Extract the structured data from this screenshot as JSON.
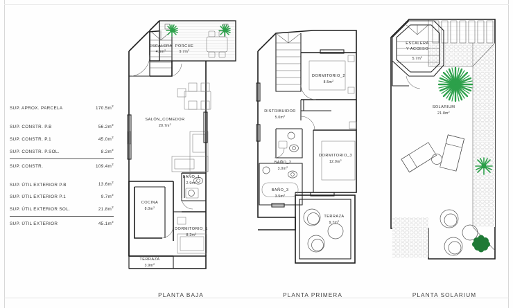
{
  "document": {
    "type": "architectural-floor-plan",
    "background": "#ffffff",
    "ink": "#1d1d1d",
    "vegetation_color": "#2ca04a",
    "shrub_color": "#1f7a36"
  },
  "legend": {
    "rows": [
      {
        "label": "SUP. APROX. PARCELA",
        "value": "170.5m",
        "unit": "2",
        "rule_after": false,
        "gap_after": true
      },
      {
        "label": "SUP. CONSTR. P.B",
        "value": "56.2m",
        "unit": "2",
        "rule_after": false,
        "gap_after": false
      },
      {
        "label": "SUP. CONSTR. P.1",
        "value": "45.0m",
        "unit": "2",
        "rule_after": false,
        "gap_after": false
      },
      {
        "label": "SUP. CONSTR. P.SOL.",
        "value": "8.2m",
        "unit": "2",
        "rule_after": true,
        "gap_after": false
      },
      {
        "label": "SUP. CONSTR.",
        "value": "109.4m",
        "unit": "2",
        "rule_after": false,
        "gap_after": true
      },
      {
        "label": "SUP. ÚTIL EXTERIOR P.B",
        "value": "13.6m",
        "unit": "2",
        "rule_after": false,
        "gap_after": false
      },
      {
        "label": "SUP. ÚTIL EXTERIOR P.1",
        "value": "9.7m",
        "unit": "2",
        "rule_after": false,
        "gap_after": false
      },
      {
        "label": "SUP. ÚTIL EXTERIOR SOL.",
        "value": "21.8m",
        "unit": "2",
        "rule_after": true,
        "gap_after": false
      },
      {
        "label": "SUP. ÚTIL EXTERIOR",
        "value": "45.1m",
        "unit": "2",
        "rule_after": false,
        "gap_after": false
      }
    ]
  },
  "plans": {
    "baja": {
      "title": "PLANTA  BAJA",
      "rooms": [
        {
          "name": "ESCALERA",
          "area": "4.5m",
          "unit": "2"
        },
        {
          "name": "PORCHE",
          "area": "9.7m",
          "unit": "2"
        },
        {
          "name": "SALÓN_COMEDOR",
          "area": "20.7m",
          "unit": "2"
        },
        {
          "name": "COCINA",
          "area": "8.0m",
          "unit": "2"
        },
        {
          "name": "BAÑO_1",
          "area": "2.9m",
          "unit": "2"
        },
        {
          "name": "DORMITORIO_1",
          "area": "8.2m",
          "unit": "2"
        },
        {
          "name": "TERRAZA",
          "area": "3.9m",
          "unit": "2"
        }
      ]
    },
    "primera": {
      "title": "PLANTA  PRIMERA",
      "rooms": [
        {
          "name": "DORMITORIO_2",
          "area": "8.5m",
          "unit": "2"
        },
        {
          "name": "DISTRIBUIDOR",
          "area": "5.0m",
          "unit": "2"
        },
        {
          "name": "DORMITORIO_3",
          "area": "12.0m",
          "unit": "2"
        },
        {
          "name": "BAÑO_2",
          "area": "3.0m",
          "unit": "2"
        },
        {
          "name": "BAÑO_3",
          "area": "3.5m",
          "unit": "2"
        },
        {
          "name": "TERRAZA",
          "area": "9.7m",
          "unit": "2"
        }
      ]
    },
    "solarium": {
      "title": "PLANTA  SOLARIUM",
      "rooms": [
        {
          "name_line1": "ESCALERA",
          "name_line2": "Y  ACCESO",
          "area": "5.7m",
          "unit": "2"
        },
        {
          "name": "SOLARIUM",
          "area": "21.8m",
          "unit": "2"
        }
      ]
    }
  }
}
